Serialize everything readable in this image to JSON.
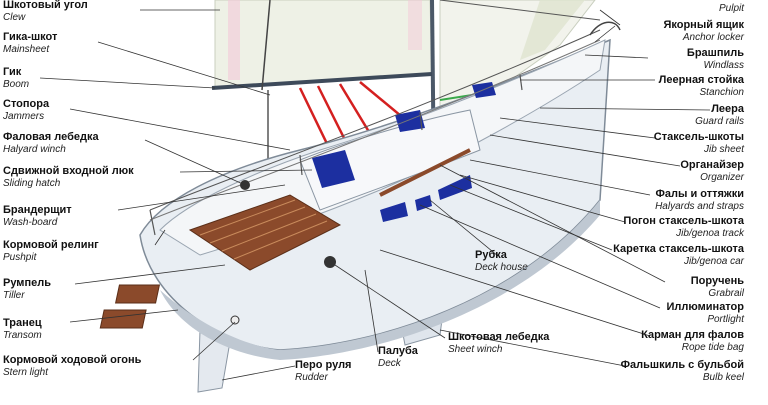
{
  "colors": {
    "hull": "#e9eef3",
    "hull_shadow": "#bfc8d2",
    "deck": "#f4f6f8",
    "teak": "#8b4a2b",
    "window": "#1c2fa0",
    "sail": "#eef1e6",
    "rigging_red": "#d42020",
    "leader": "#333333"
  },
  "labels_left": [
    {
      "ru": "Шкотовый угол",
      "en": "Clew"
    },
    {
      "ru": "Гика-шкот",
      "en": "Mainsheet"
    },
    {
      "ru": "Гик",
      "en": "Boom"
    },
    {
      "ru": "Стопора",
      "en": "Jammers"
    },
    {
      "ru": "Фаловая лебедка",
      "en": "Halyard winch"
    },
    {
      "ru": "Сдвижной входной люк",
      "en": "Sliding hatch"
    },
    {
      "ru": "Брандерщит",
      "en": "Wash-board"
    },
    {
      "ru": "Кормовой релинг",
      "en": "Pushpit"
    },
    {
      "ru": "Румпель",
      "en": "Tiller"
    },
    {
      "ru": "Транец",
      "en": "Transom"
    },
    {
      "ru": "Кормовой ходовой огонь",
      "en": "Stern light"
    }
  ],
  "labels_right": [
    {
      "ru": "",
      "en": "Pulpit"
    },
    {
      "ru": "Якорный ящик",
      "en": "Anchor locker"
    },
    {
      "ru": "Брашпиль",
      "en": "Windlass"
    },
    {
      "ru": "Леерная стойка",
      "en": "Stanchion"
    },
    {
      "ru": "Леера",
      "en": "Guard rails"
    },
    {
      "ru": "Стаксель-шкоты",
      "en": "Jib sheet"
    },
    {
      "ru": "Органайзер",
      "en": "Organizer"
    },
    {
      "ru": "Фалы и оттяжки",
      "en": "Halyards and straps"
    },
    {
      "ru": "Погон стаксель-шкота",
      "en": "Jib/genoa track"
    },
    {
      "ru": "Каретка стаксель-шкота",
      "en": "Jib/genoa car"
    },
    {
      "ru": "Поручень",
      "en": "Grabrail"
    },
    {
      "ru": "Иллюминатор",
      "en": "Portlight"
    },
    {
      "ru": "Карман для фалов",
      "en": "Rope tide bag"
    },
    {
      "ru": "Фальшкиль с бульбой",
      "en": "Bulb keel"
    }
  ],
  "labels_center": [
    {
      "ru": "Рубка",
      "en": "Deck house"
    },
    {
      "ru": "Шкотовая лебедка",
      "en": "Sheet winch"
    },
    {
      "ru": "Палуба",
      "en": "Deck"
    },
    {
      "ru": "Перо руля",
      "en": "Rudder"
    }
  ]
}
